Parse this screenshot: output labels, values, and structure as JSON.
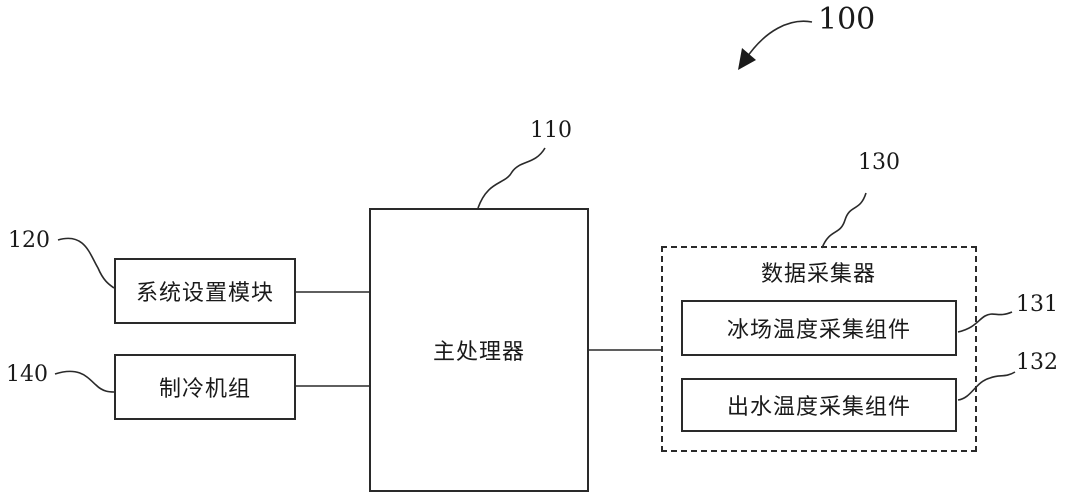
{
  "figure_ref": "100",
  "processor": {
    "ref": "110",
    "label": "主处理器"
  },
  "settings_module": {
    "ref": "120",
    "label": "系统设置模块"
  },
  "refrigeration_unit": {
    "ref": "140",
    "label": "制冷机组"
  },
  "data_collector": {
    "ref": "130",
    "label": "数据采集器",
    "components": [
      {
        "ref": "131",
        "label": "冰场温度采集组件"
      },
      {
        "ref": "132",
        "label": "出水温度采集组件"
      }
    ]
  }
}
